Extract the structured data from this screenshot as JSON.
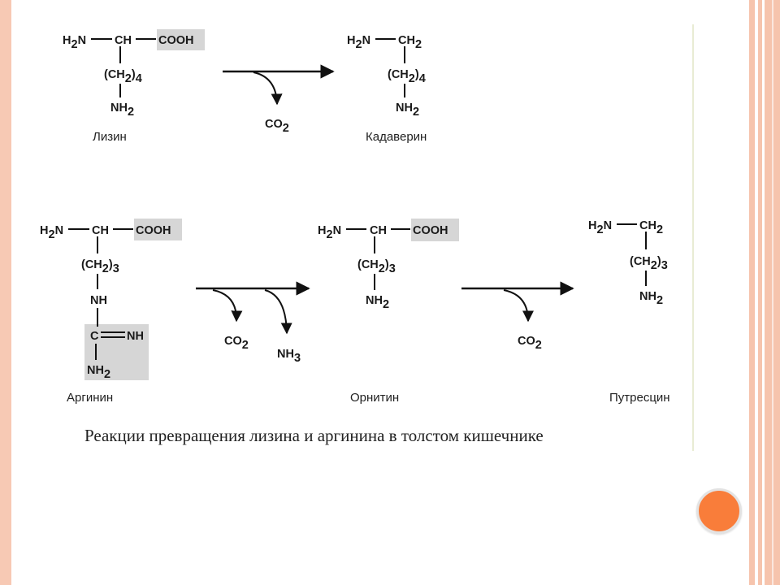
{
  "molecules": {
    "lysine": {
      "name": "Лизин",
      "h2n": "H2N",
      "ch": "CH",
      "cooh": "COOH",
      "chain": "(CH2)4",
      "nh2": "NH2"
    },
    "cadaverine": {
      "name": "Кадаверин",
      "h2n": "H2N",
      "ch2": "CH2",
      "chain": "(CH2)4",
      "nh2": "NH2"
    },
    "arginine": {
      "name": "Аргинин",
      "h2n": "H2N",
      "ch": "CH",
      "cooh": "COOH",
      "chain": "(CH2)3",
      "nh": "NH",
      "c": "C",
      "imine": "NH",
      "nh2": "NH2"
    },
    "ornithine": {
      "name": "Орнитин",
      "h2n": "H2N",
      "ch": "CH",
      "cooh": "COOH",
      "chain": "(CH2)3",
      "nh2": "NH2"
    },
    "putrescine": {
      "name": "Путресцин",
      "h2n": "H2N",
      "ch2": "CH2",
      "chain": "(CH2)3",
      "nh2": "NH2"
    }
  },
  "byproducts": {
    "co2_1": "CO2",
    "co2_2": "CO2",
    "nh3": "NH3",
    "co2_3": "CO2"
  },
  "caption": "Реакции превращения лизина и аргинина в толстом кишечнике",
  "colors": {
    "highlight": "#d6d6d6",
    "frame": "#f6c4ad",
    "orb": "#f97d3a"
  }
}
